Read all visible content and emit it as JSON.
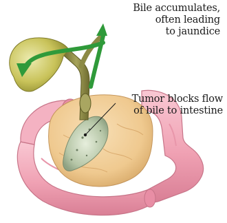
{
  "labels": {
    "bile_accumulates": [
      "Bile accumulates,",
      "often leading",
      "to jaundice"
    ],
    "tumor_blocks": [
      "Tumor blocks flow",
      "of bile to intestine"
    ]
  },
  "colors": {
    "gallbladder": "#c9c35a",
    "bile_duct": "#8c8a45",
    "pancreas": "#f1cf9c",
    "tumor": "#b7c7a8",
    "intestine": "#f3aabb",
    "arrow": "#2f9a3a"
  },
  "icons": {
    "bile_flow_arrow": "arrow-icon"
  }
}
